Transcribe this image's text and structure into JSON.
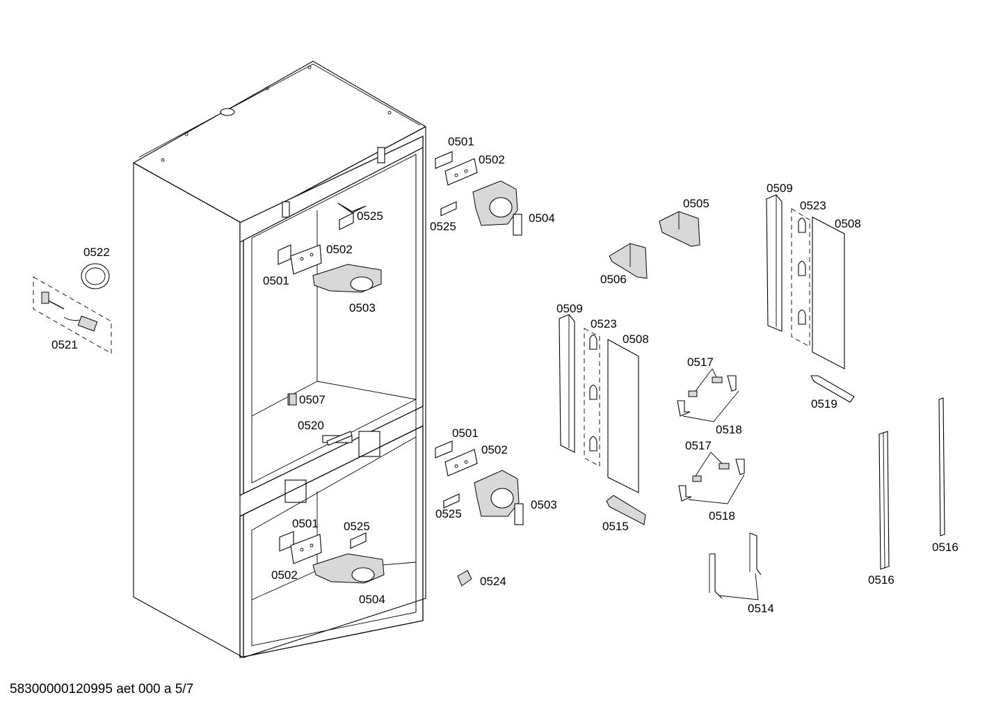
{
  "labels": {
    "l0501a": "0501",
    "l0502a": "0502",
    "l0525a": "0525",
    "l0504a": "0504",
    "l0525b": "0525",
    "l0502b": "0502",
    "l0501b": "0501",
    "l0503a": "0503",
    "l0522": "0522",
    "l0521": "0521",
    "l0507": "0507",
    "l0520": "0520",
    "l0501c": "0501",
    "l0502c": "0502",
    "l0525c": "0525",
    "l0503b": "0503",
    "l0501d": "0501",
    "l0525d": "0525",
    "l0502d": "0502",
    "l0504b": "0504",
    "l0524": "0524",
    "l0505": "0505",
    "l0506": "0506",
    "l0509a": "0509",
    "l0523a": "0523",
    "l0508a": "0508",
    "l0509b": "0509",
    "l0523b": "0523",
    "l0508b": "0508",
    "l0517a": "0517",
    "l0518a": "0518",
    "l0519": "0519",
    "l0517b": "0517",
    "l0518b": "0518",
    "l0515": "0515",
    "l0516a": "0516",
    "l0516b": "0516",
    "l0514": "0514"
  },
  "document_id": "58300000120995 aet 000 a 5/7"
}
